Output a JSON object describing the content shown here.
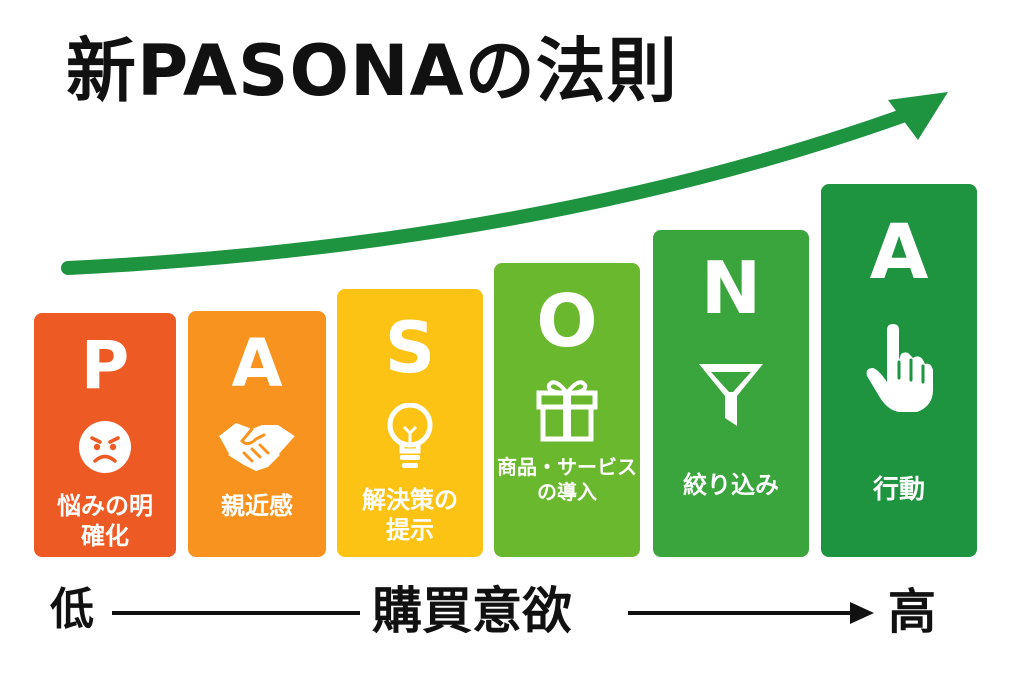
{
  "title": "新PASONAの法則",
  "steps": [
    {
      "letter": "P",
      "label_line1": "悩みの明",
      "label_line2": "確化",
      "icon": "worried-face-icon",
      "color": "#ee5a24"
    },
    {
      "letter": "A",
      "label_line1": "親近感",
      "label_line2": "",
      "icon": "handshake-icon",
      "color": "#f7931e"
    },
    {
      "letter": "S",
      "label_line1": "解決策の",
      "label_line2": "提示",
      "icon": "lightbulb-icon",
      "color": "#fcc314"
    },
    {
      "letter": "O",
      "label_line1": "商品・サービス",
      "label_line2": "の導入",
      "icon": "gift-icon",
      "color": "#6ab82d"
    },
    {
      "letter": "N",
      "label_line1": "絞り込み",
      "label_line2": "",
      "icon": "funnel-icon",
      "color": "#3aa53d"
    },
    {
      "letter": "A",
      "label_line1": "行動",
      "label_line2": "",
      "icon": "pointing-hand-icon",
      "color": "#1e9440"
    }
  ],
  "axis": {
    "low": "低",
    "label": "購買意欲",
    "high": "高"
  },
  "colors": {
    "growth_arrow": "#1e9440",
    "text": "#111111"
  }
}
